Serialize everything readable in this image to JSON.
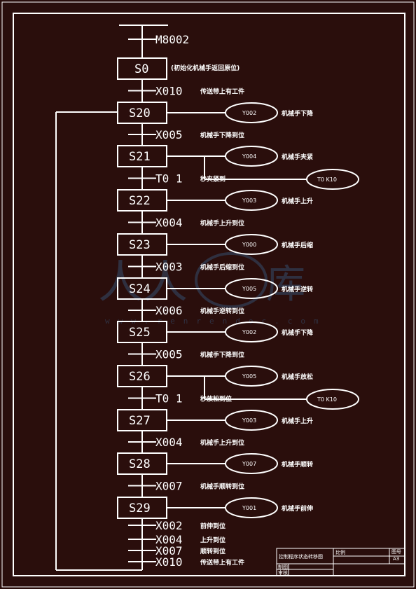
{
  "init_contact": "M8002",
  "init_step": {
    "label": "S0",
    "note": "(初始化机械手返回原位)"
  },
  "steps": [
    {
      "trans": "X010",
      "trans_note": "传送带上有工件",
      "label": "S20",
      "actions": [
        {
          "coil": "Y002",
          "note": "机械手下降"
        }
      ]
    },
    {
      "trans": "X005",
      "trans_note": "机械手下降到位",
      "label": "S21",
      "actions": [
        {
          "coil": "Y004",
          "note": "机械手夹紧"
        }
      ],
      "timer": {
        "coil": "T0  K10"
      }
    },
    {
      "trans": "T0  1",
      "trans_note": "秒夹紧到",
      "label": "S22",
      "actions": [
        {
          "coil": "Y003",
          "note": "机械手上升"
        }
      ]
    },
    {
      "trans": "X004",
      "trans_note": "机械手上升到位",
      "label": "S23",
      "actions": [
        {
          "coil": "Y000",
          "note": "机械手后缩"
        }
      ]
    },
    {
      "trans": "X003",
      "trans_note": "机械手后缩到位",
      "label": "S24",
      "actions": [
        {
          "coil": "Y005",
          "note": "机械手逆转"
        }
      ]
    },
    {
      "trans": "X006",
      "trans_note": "机械手逆转到位",
      "label": "S25",
      "actions": [
        {
          "coil": "Y002",
          "note": "机械手下降"
        }
      ]
    },
    {
      "trans": "X005",
      "trans_note": "机械手下降到位",
      "label": "S26",
      "actions": [
        {
          "coil": "Y005",
          "note": "机械手放松"
        }
      ],
      "timer": {
        "coil": "T0  K10"
      }
    },
    {
      "trans": "T0  1",
      "trans_note": "秒放松到位",
      "label": "S27",
      "actions": [
        {
          "coil": "Y003",
          "note": "机械手上升"
        }
      ]
    },
    {
      "trans": "X004",
      "trans_note": "机械手上升到位",
      "label": "S28",
      "actions": [
        {
          "coil": "Y007",
          "note": "机械手顺转"
        }
      ]
    },
    {
      "trans": "X007",
      "trans_note": "机械手顺转到位",
      "label": "S29",
      "actions": [
        {
          "coil": "Y001",
          "note": "机械手前伸"
        }
      ]
    }
  ],
  "return_conditions": [
    {
      "contact": "X002",
      "note": "前伸到位"
    },
    {
      "contact": "X004",
      "note": "上升到位"
    },
    {
      "contact": "X007",
      "note": "顺转到位"
    },
    {
      "contact": "X010",
      "note": "传送带上有工件"
    }
  ],
  "title_block": {
    "drawing_name": "控制程序状态转移图",
    "scale_label": "比例",
    "sheet_label": "图号",
    "sheet_value": "A3",
    "drawn_label": "制图",
    "checked_label": "审核"
  },
  "colors": {
    "background": "#2a0e0c",
    "line": "#ffffff"
  }
}
